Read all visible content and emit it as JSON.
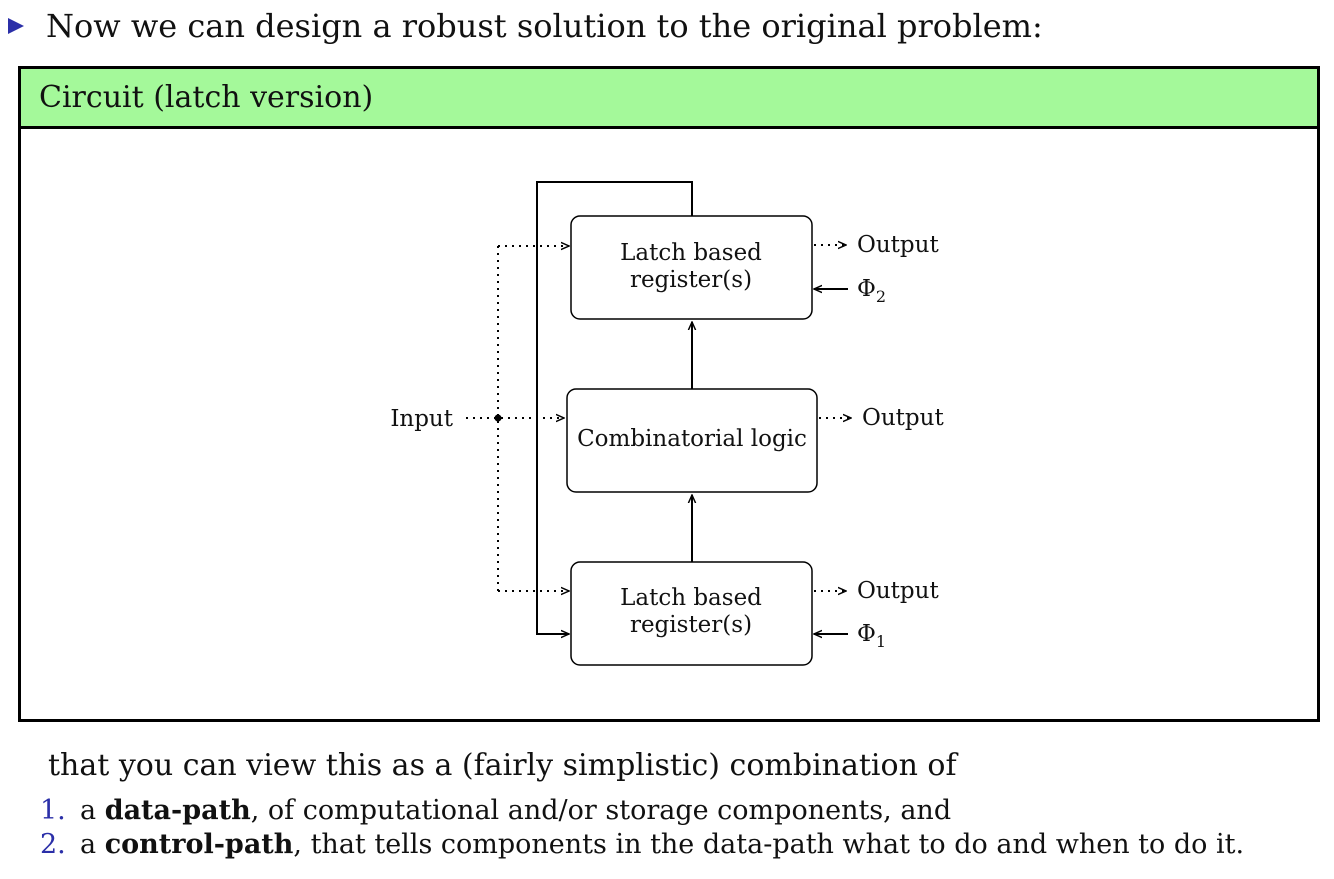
{
  "intro": {
    "text": "Now we can design a robust solution to the original problem:"
  },
  "box": {
    "title": "Circuit (latch version)",
    "header_color": "#a4f99a"
  },
  "diagram": {
    "input_label": "Input",
    "top_register": {
      "line1": "Latch based",
      "line2": "register(s)",
      "output_label": "Output",
      "clock_symbol": "Φ",
      "clock_subscript": "2"
    },
    "logic": {
      "label": "Combinatorial logic",
      "output_label": "Output"
    },
    "bottom_register": {
      "line1": "Latch based",
      "line2": "register(s)",
      "output_label": "Output",
      "clock_symbol": "Φ",
      "clock_subscript": "1"
    }
  },
  "outro": {
    "text": "that you can view this as a (fairly simplistic) combination of"
  },
  "steps": [
    {
      "num": "1.",
      "prefix": "a ",
      "bold": "data-path",
      "rest": ", of computational and/or storage components, and"
    },
    {
      "num": "2.",
      "prefix": "a ",
      "bold": "control-path",
      "rest": ", that tells components in the data-path what to do and when to do it."
    }
  ],
  "colors": {
    "accent": "#2b2fa8",
    "header_green": "#a4f99a"
  },
  "icons": {
    "bullet": "triangle-right-icon"
  }
}
